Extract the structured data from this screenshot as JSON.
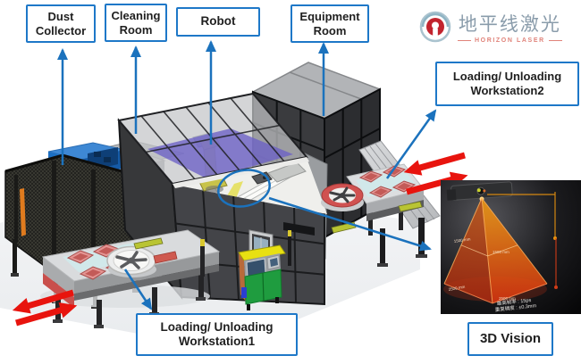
{
  "labels": {
    "dust_collector": {
      "line1": "Dust",
      "line2": "Collector"
    },
    "cleaning_room": {
      "line1": "Cleaning",
      "line2": "Room"
    },
    "robot": "Robot",
    "equipment_room": {
      "line1": "Equipment",
      "line2": "Room"
    },
    "workstation2": {
      "line1": "Loading/ Unloading",
      "line2": "Workstation2"
    },
    "workstation1": {
      "line1": "Loading/ Unloading",
      "line2": "Workstation1"
    },
    "vision": "3D Vision"
  },
  "logo": {
    "name_cn": "地平线激光",
    "name_en": "HORIZON LASER"
  },
  "vision_inset": {
    "spec_line1": "最高帧率 : 15ps",
    "spec_line2": "重复精度 : ±0.3mm",
    "dim_mid_left": "1500 mm",
    "dim_mid_right": "1500 mm",
    "dim_base_left": "2500 mm",
    "dim_base_front": "2500 mm"
  },
  "colors": {
    "callout_blue": "#1b72bd",
    "label_border_blue": "#1e78c8",
    "arrow_red": "#e8140e",
    "logo_red": "#c2242e",
    "logo_gray_blue": "#8a9cab",
    "logo_salmon": "#e0837a",
    "roof_purple": "#6c60c6",
    "enclosure_dark": "#434448"
  }
}
